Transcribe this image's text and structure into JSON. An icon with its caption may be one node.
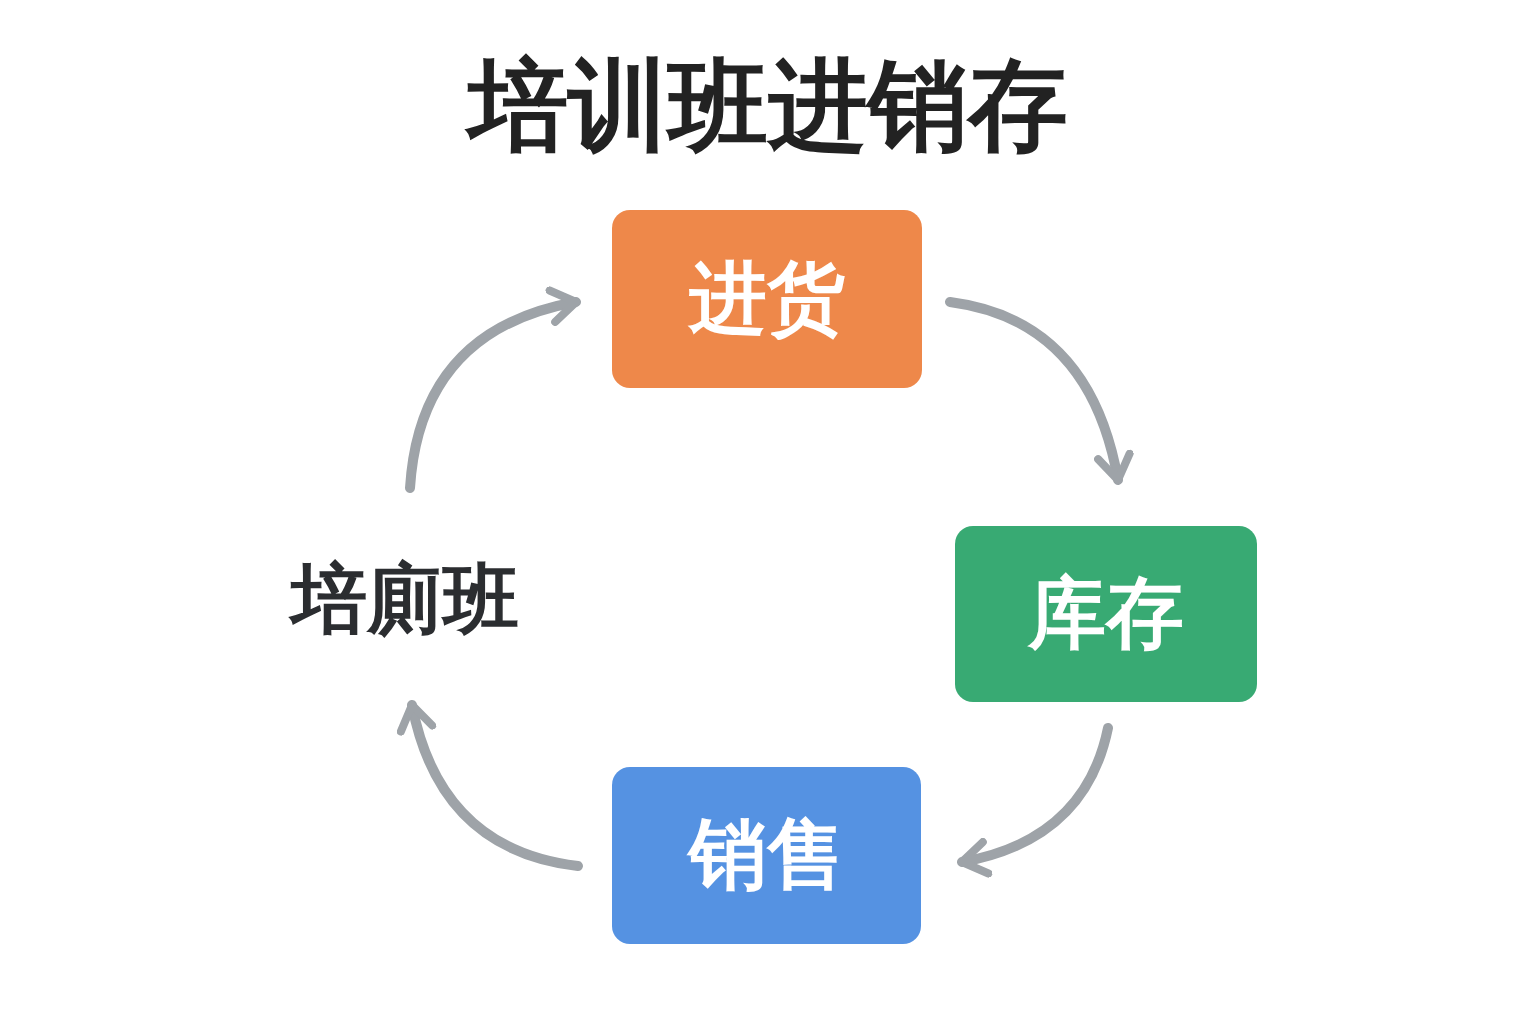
{
  "diagram": {
    "title": "培训班进销存",
    "nodes": [
      {
        "text": [
          "进货"
        ]
      },
      {
        "text": [
          "库存"
        ]
      },
      {
        "text": [
          "销售"
        ]
      },
      {
        "text": [
          "培廁班"
        ]
      }
    ],
    "edges": [
      {
        "from": 0,
        "to": 1,
        "arrow": "to"
      },
      {
        "from": 1,
        "to": 2,
        "arrow": "to"
      },
      {
        "from": 2,
        "to": 3,
        "arrow": "to"
      },
      {
        "from": 3,
        "to": 0,
        "arrow": "to"
      }
    ]
  }
}
